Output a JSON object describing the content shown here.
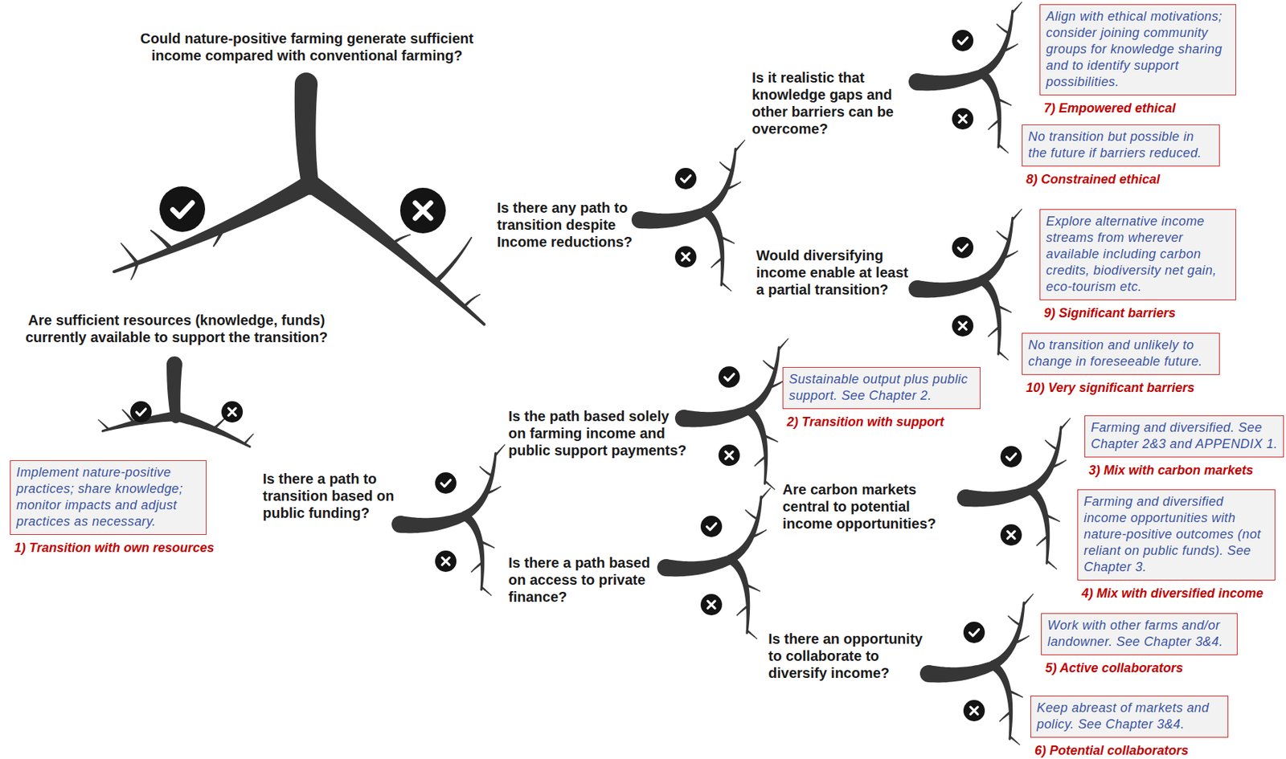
{
  "diagram": {
    "nodes": [
      {
        "text": [
          "Implement nature-positive practices; share knowledge; monitor impacts and adjust practices as necessary.",
          "1) Transition with own resources"
        ]
      },
      {
        "text": [
          "Sustainable output plus public support. See Chapter 2.",
          "2) Transition with support"
        ]
      },
      {
        "text": [
          "Farming and diversified. See Chapter 2&3 and APPENDIX 1.",
          "3) Mix with carbon markets"
        ]
      },
      {
        "text": [
          "Farming and diversified income opportunities with nature-positive outcomes (not reliant on public funds). See Chapter 3.",
          "4) Mix with diversified income"
        ]
      },
      {
        "text": [
          "Work with other farms and/or landowner. See Chapter 3&4.",
          "5) Active collaborators"
        ]
      },
      {
        "text": [
          "Keep abreast of markets and policy. See Chapter 3&4.",
          "6) Potential collaborators"
        ]
      },
      {
        "text": [
          "Align with ethical motivations; consider joining community groups for knowledge sharing and to identify support possibilities.",
          "7) Empowered ethical"
        ]
      },
      {
        "text": [
          "No transition but possible in the future if barriers reduced.",
          "8) Constrained ethical"
        ]
      },
      {
        "text": [
          "Explore alternative income streams from wherever available including carbon credits, biodiversity net gain, eco-tourism etc.",
          "9) Significant barriers"
        ]
      },
      {
        "text": [
          "No transition and unlikely to change in foreseeable future.",
          "10) Very significant barriers"
        ]
      }
    ],
    "labels": [
      "Could nature-positive farming generate sufficient income compared with conventional farming?",
      "Are sufficient resources (knowledge, funds) currently available to support the transition?",
      "Is there any path to transition despite Income reductions?",
      "Is it realistic that knowledge gaps and other barriers can be overcome?",
      "Would diversifying income enable at least a partial transition?",
      "Is there a path to transition based on public funding?",
      "Is the path based solely on farming income and public support payments?",
      "Is there a path based on access to private finance?",
      "Are carbon markets central to potential income opportunities?",
      "Is there an opportunity to collaborate to diversify income?"
    ]
  }
}
